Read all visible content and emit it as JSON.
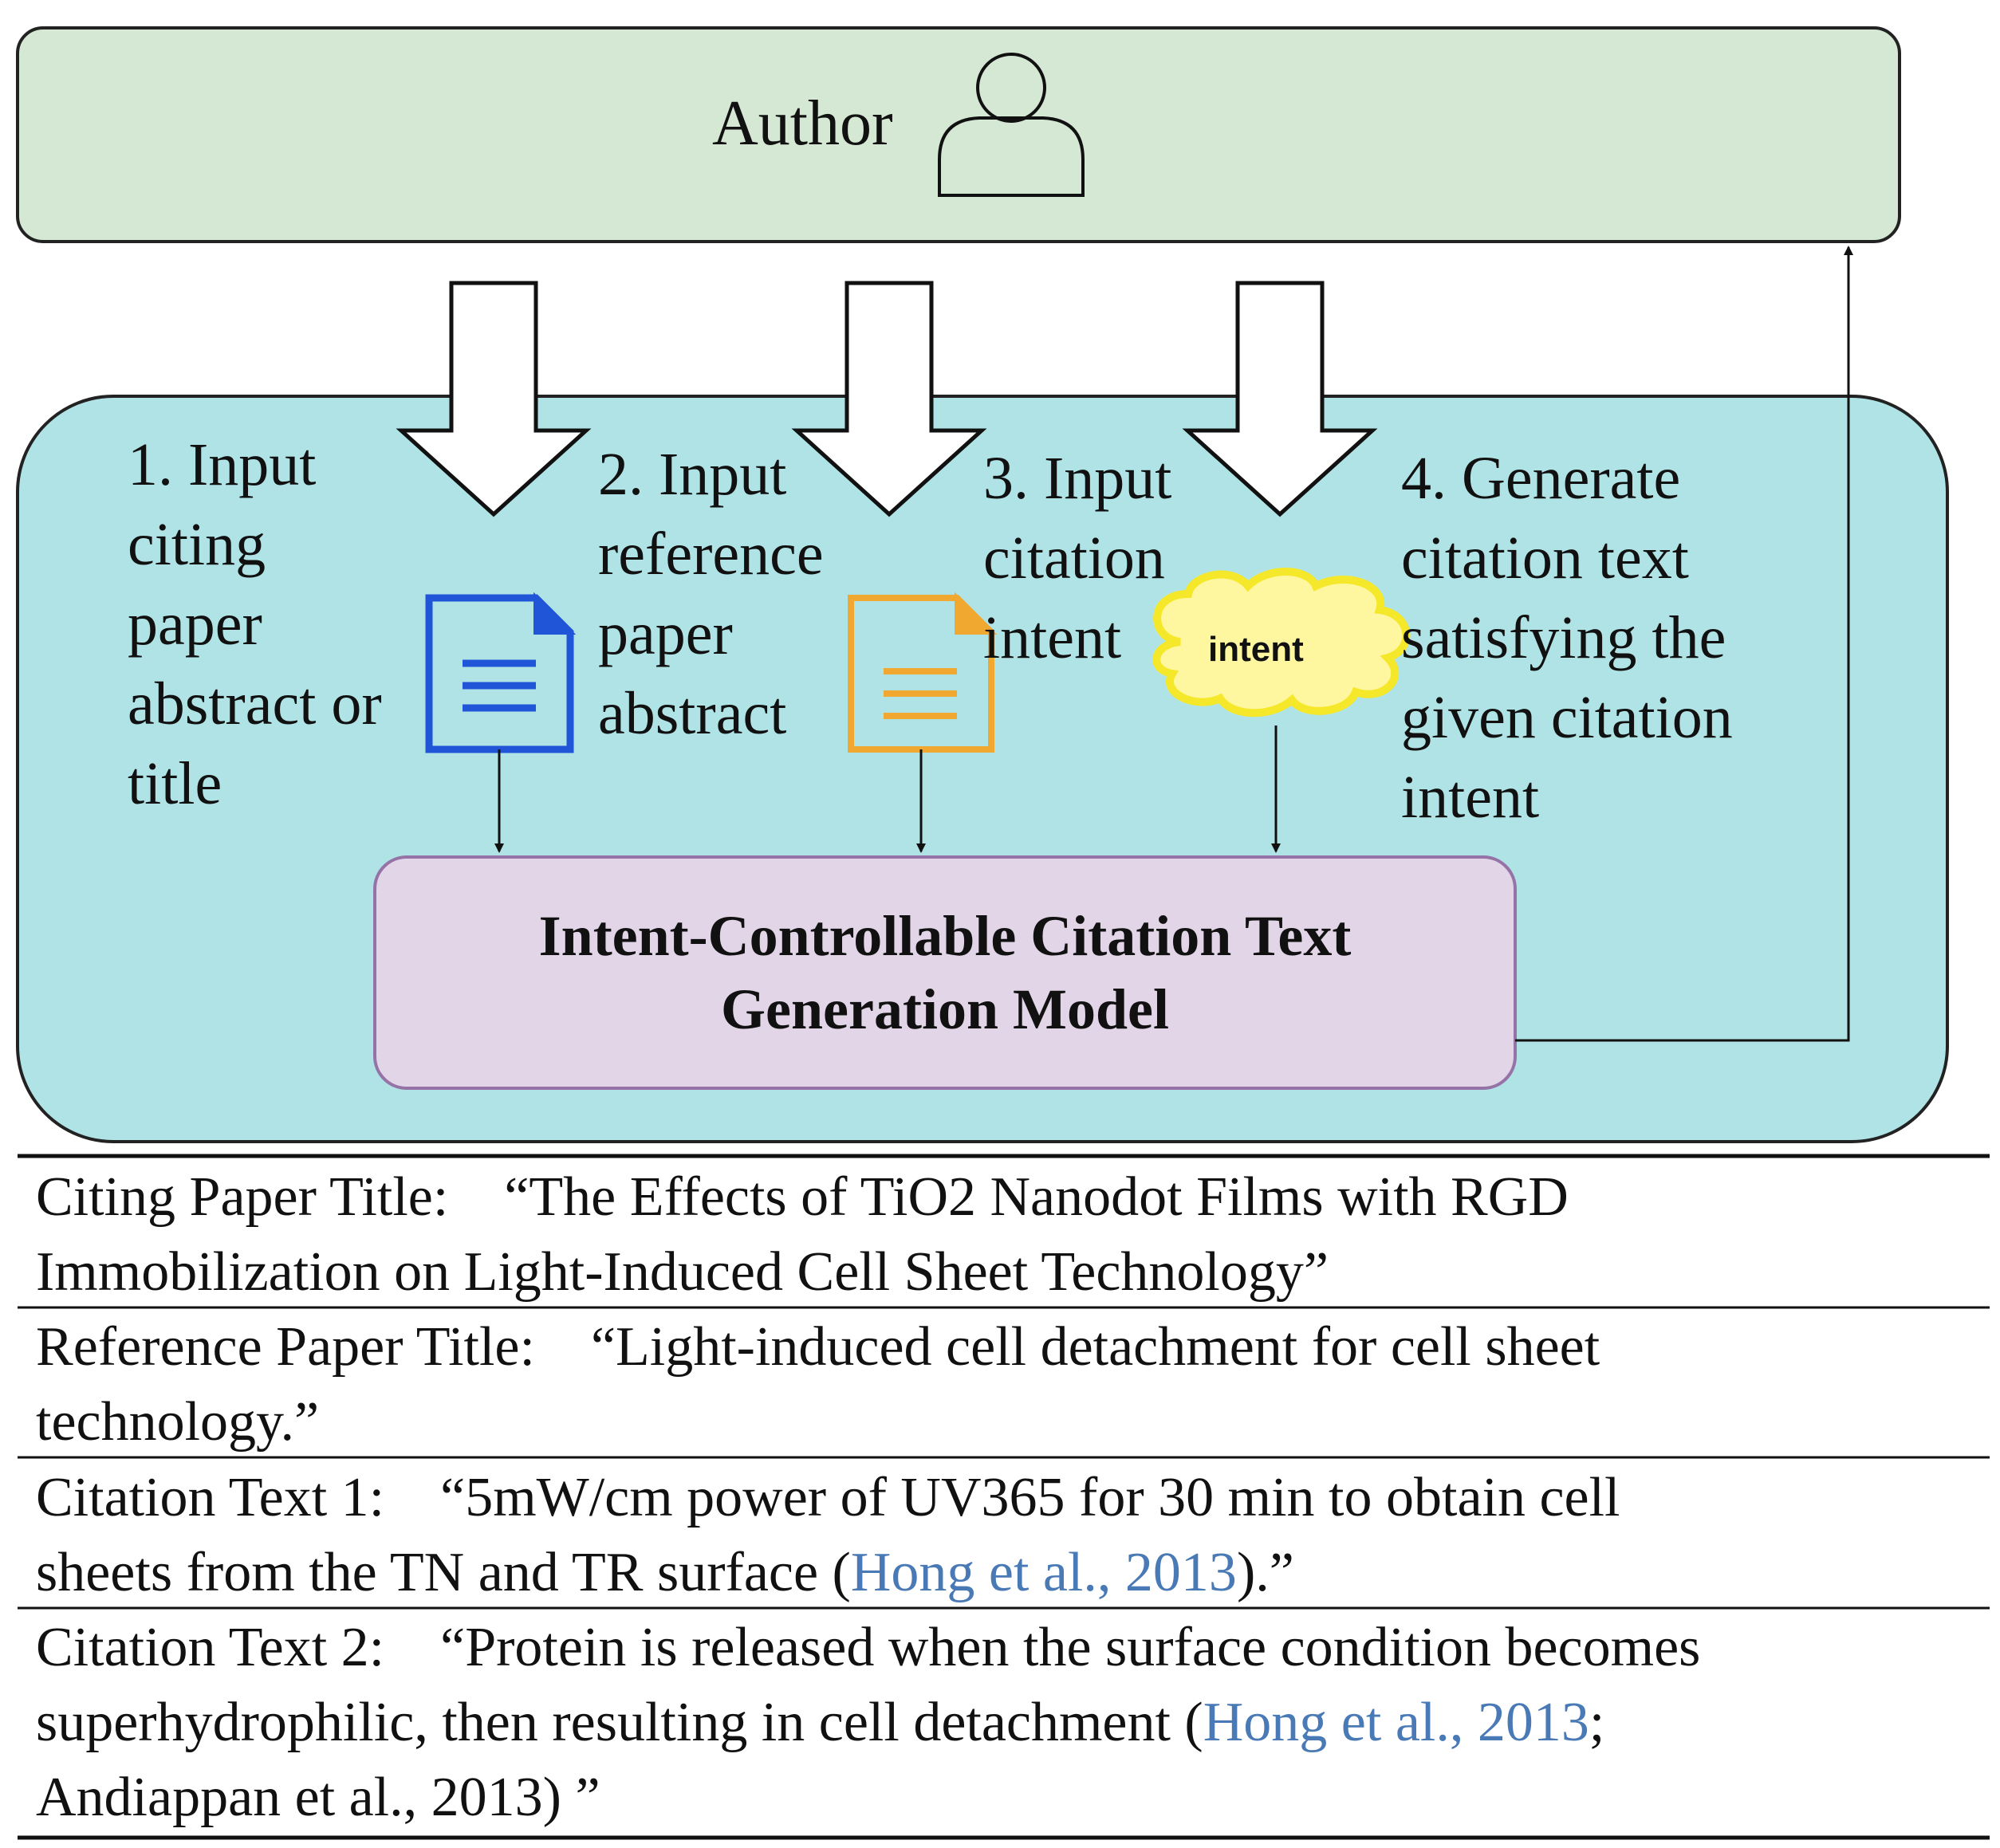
{
  "author": {
    "label": "Author",
    "icon": "person-icon"
  },
  "steps": {
    "step1": [
      "1. Input",
      "citing",
      "paper",
      "abstract or",
      "title"
    ],
    "step2": [
      "2. Input",
      "reference",
      "paper",
      "abstract"
    ],
    "step3": [
      "3. Input",
      "citation",
      "intent"
    ],
    "step4": [
      "4. Generate",
      "citation text",
      "satisfying the",
      "given citation",
      "intent"
    ]
  },
  "intent_cloud": {
    "label": "intent",
    "icon": "cloud-icon"
  },
  "model": {
    "line1": "Intent-Controllable Citation Text",
    "line2": "Generation Model"
  },
  "colors": {
    "author_box": "#d5e8d4",
    "panel": "#b0e3e6",
    "model_box": "#e1d5e7",
    "citing_doc": "#1f55d6",
    "reference_doc": "#f0a830",
    "cloud": "#fff7a0",
    "citation_link": "#4a7ab5"
  },
  "table": {
    "citing_title": {
      "label": "Citing Paper Title:",
      "line1": "“The Effects of TiO2 Nanodot Films with RGD",
      "line2": "Immobilization on Light-Induced Cell Sheet Technology”"
    },
    "reference_title": {
      "label": "Reference Paper Title:",
      "line1": "“Light-induced cell detachment for cell sheet",
      "line2": "technology.”"
    },
    "citation1": {
      "label": "Citation Text 1:",
      "line1": "“5mW/cm power of UV365 for 30 min to obtain cell",
      "line2_pre": "sheets from the TN and TR surface (",
      "line2_cite": "Hong et al., 2013",
      "line2_post": ").”"
    },
    "citation2": {
      "label": "Citation Text 2:",
      "line1": "“Protein is released when the surface condition becomes",
      "line2_pre": "superhydrophilic, then resulting in cell detachment (",
      "line2_cite": "Hong et al., 2013",
      "line2_post": ";",
      "line3": "Andiappan et al., 2013) ”"
    }
  }
}
